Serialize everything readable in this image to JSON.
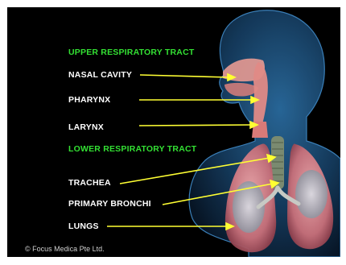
{
  "headers": {
    "upper": "UPPER RESPIRATORY TRACT",
    "lower": "LOWER RESPIRATORY TRACT"
  },
  "labels": {
    "nasal_cavity": "NASAL CAVITY",
    "pharynx": "PHARYNX",
    "larynx": "LARYNX",
    "trachea": "TRACHEA",
    "primary_bronchi": "PRIMARY  BRONCHI",
    "lungs": "LUNGS"
  },
  "credit": "© Focus Medica Pte Ltd.",
  "colors": {
    "background": "#000000",
    "header_green": "#33e033",
    "label_white": "#ffffff",
    "arrow_yellow": "#ffff33",
    "body_blue": "#1e4a73",
    "tissue_pink": "#e89a92",
    "lung_pink": "#d9838a"
  }
}
